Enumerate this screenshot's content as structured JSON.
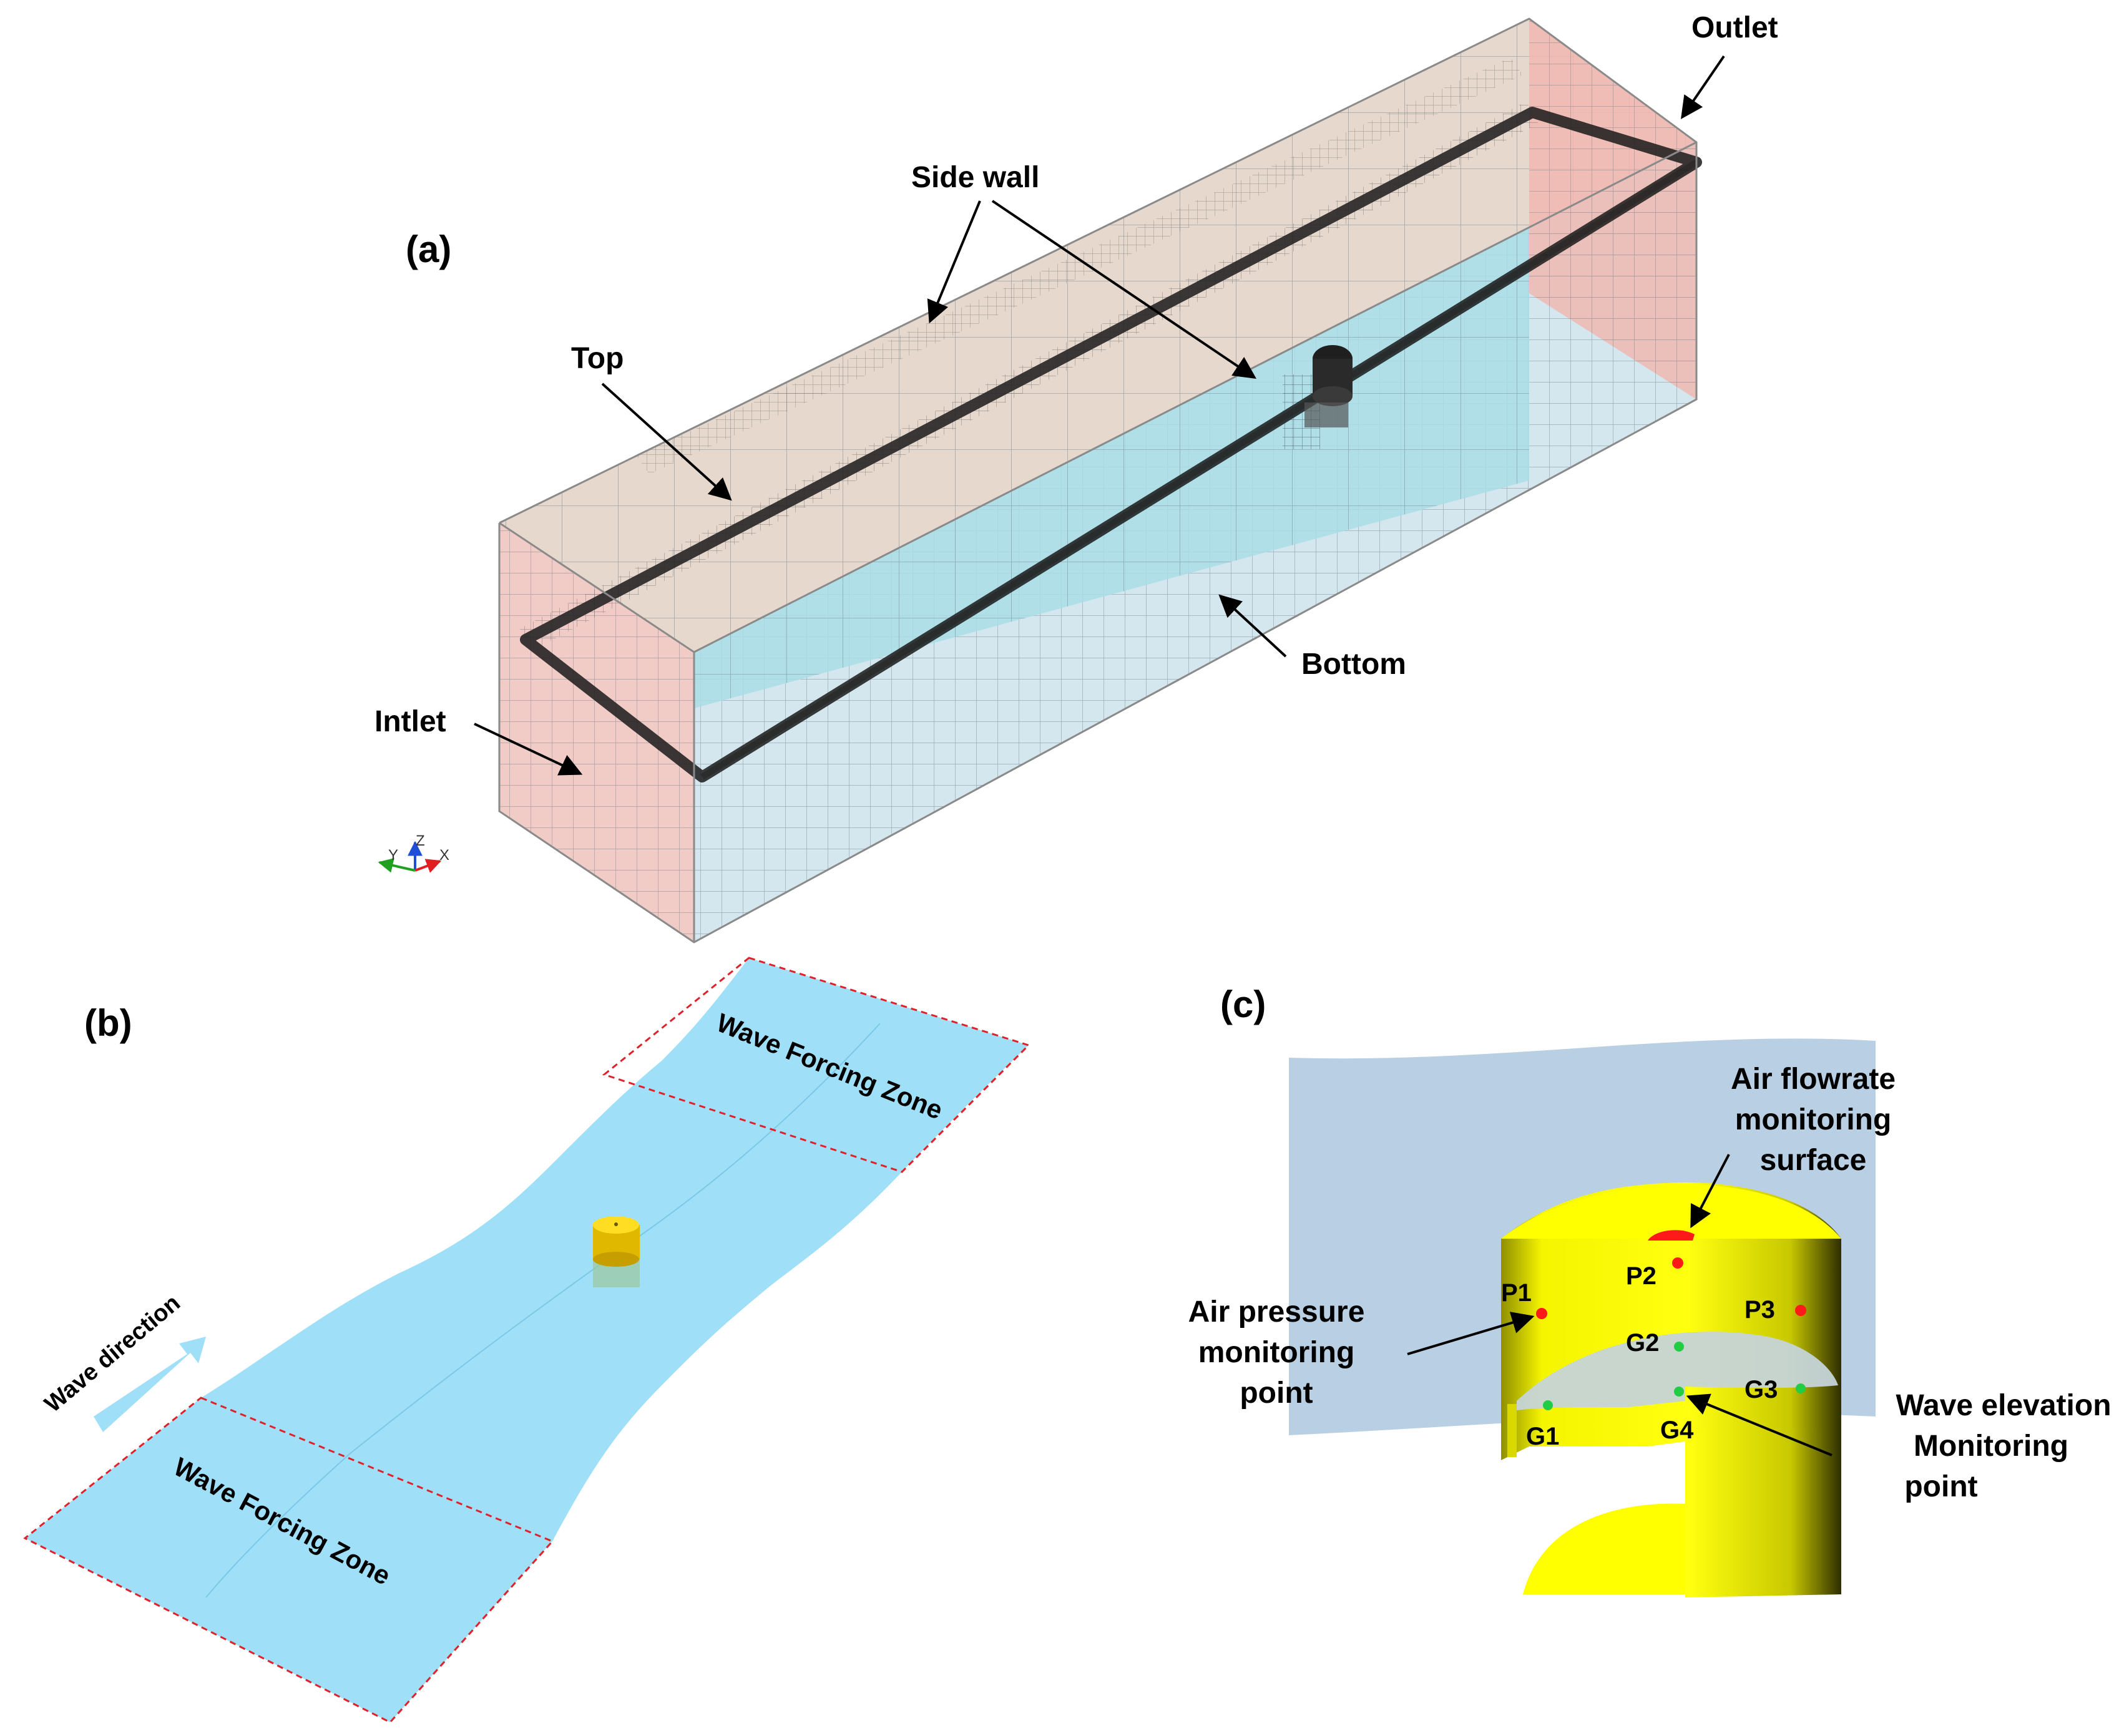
{
  "panels": {
    "a": "(a)",
    "b": "(b)",
    "c": "(c)"
  },
  "panel_a": {
    "labels": {
      "outlet": "Outlet",
      "side_wall": "Side wall",
      "top": "Top",
      "bottom": "Bottom",
      "inlet": "Intlet"
    },
    "axes": {
      "y": "Y",
      "z": "Z",
      "x": "X"
    }
  },
  "panel_b": {
    "zone_label": "Wave Forcing Zone",
    "wave_direction": "Wave direction"
  },
  "panel_c": {
    "air_flowrate": [
      "Air flowrate",
      "monitoring",
      "surface"
    ],
    "air_pressure": [
      "Air pressure",
      "monitoring",
      "point"
    ],
    "wave_elevation": [
      "Wave elevation",
      "Monitoring",
      "point"
    ],
    "pressure_points": [
      "P1",
      "P2",
      "P3"
    ],
    "gauge_points": [
      "G1",
      "G2",
      "G3",
      "G4"
    ]
  },
  "colors": {
    "top_face": "#e6d8cc",
    "side_face": "#d4e6ee",
    "inlet_face": "#f0c6c0",
    "water": "#9fe0f8",
    "forcing_border": "#e0202a",
    "device": "#ffff00",
    "backdrop": "#b9cfe4",
    "pressure_point": "#ff1a1a",
    "gauge_point": "#22cc44"
  }
}
